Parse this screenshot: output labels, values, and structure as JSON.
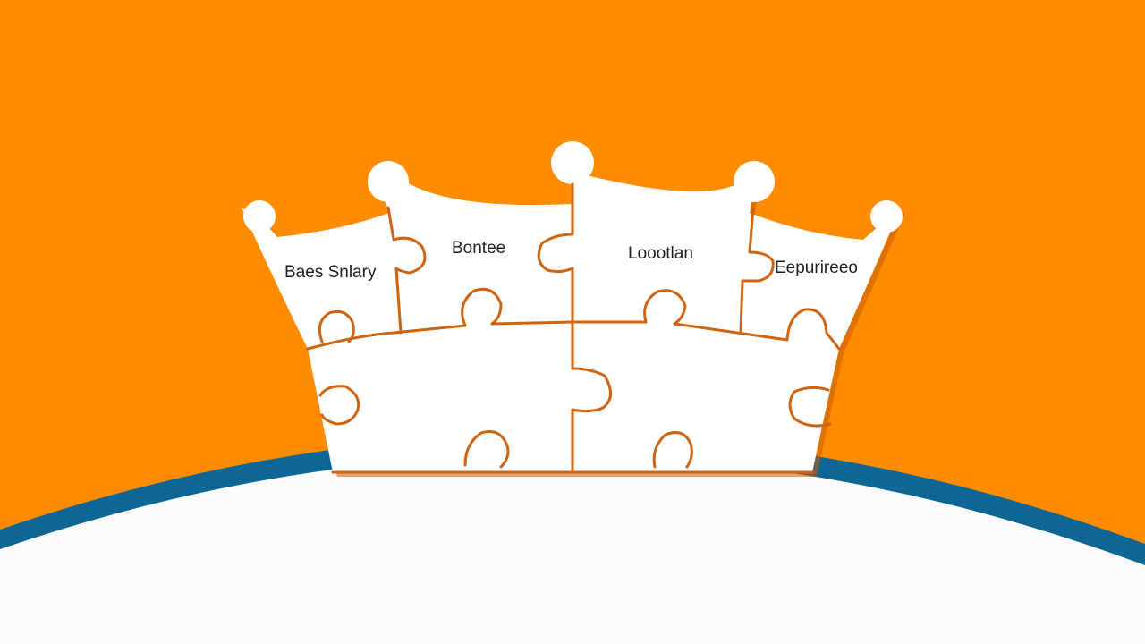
{
  "illustration": {
    "labels": {
      "base_salary": "Baes Snlary",
      "bonus": "Bontee",
      "location": "Loootlan",
      "experience": "Eepurireeo"
    },
    "colors": {
      "background": "#ff8c00",
      "horizon_band": "#0e6694",
      "ground": "#fbfbfb",
      "puzzle_fill": "#ffffff",
      "puzzle_seam": "#cf6410"
    },
    "icons": {
      "crown": "puzzle-crown-icon"
    }
  }
}
